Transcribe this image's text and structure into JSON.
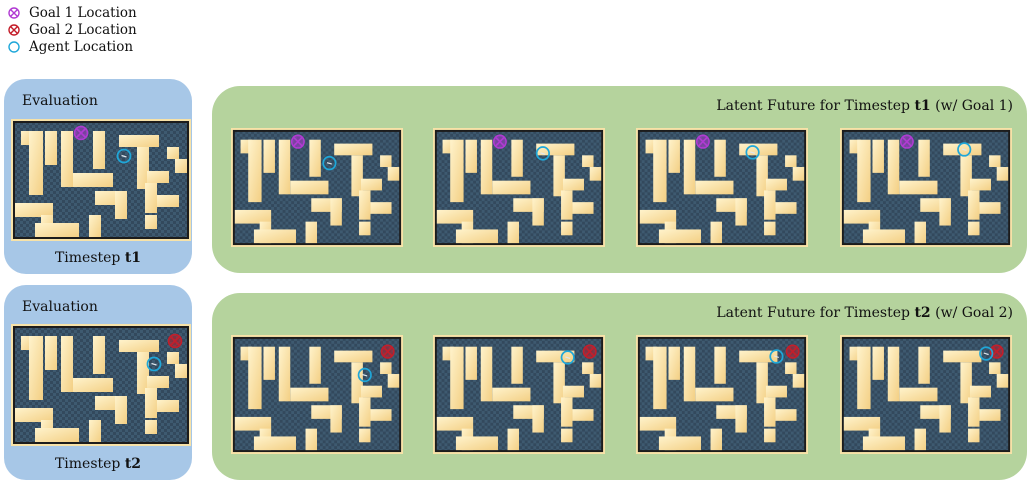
{
  "legend": [
    {
      "label": "Goal 1 Location",
      "icon": "goal-1-marker-icon",
      "color": "#b13bd3"
    },
    {
      "label": "Goal 2 Location",
      "icon": "goal-2-marker-icon",
      "color": "#c41e2a"
    },
    {
      "label": "Agent Location",
      "icon": "agent-marker-icon",
      "color": "#1fa7d9"
    }
  ],
  "colors": {
    "agent": "#1fa7d9",
    "goal1": "#b13bd3",
    "goal2": "#c41e2a"
  },
  "row1": {
    "eval_title": "Evaluation",
    "caption_prefix": "Timestep ",
    "caption_bold": "t1",
    "future_prefix": "Latent Future for Timestep ",
    "future_bold": "t1",
    "future_suffix": " (w/ Goal 1)",
    "goal": "goal1"
  },
  "row2": {
    "eval_title": "Evaluation",
    "caption_prefix": "Timestep ",
    "caption_bold": "t2",
    "future_prefix": "Latent Future for Timestep ",
    "future_bold": "t2",
    "future_suffix": " (w/ Goal 2)",
    "goal": "goal2"
  }
}
